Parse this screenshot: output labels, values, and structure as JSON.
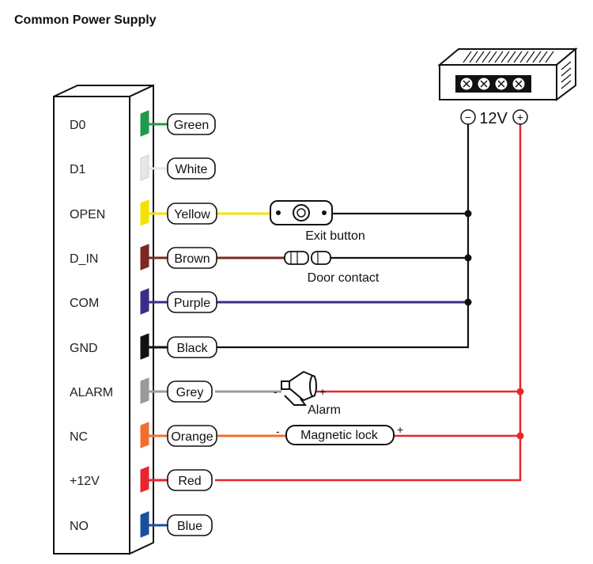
{
  "title": "Common Power Supply",
  "colors": {
    "red_wire": "#e8262c",
    "black_wire": "#111111",
    "outline": "#111111"
  },
  "power_supply": {
    "voltage_label": "12V",
    "minus_symbol": "−",
    "plus_symbol": "+",
    "icon": "power-supply-icon"
  },
  "terminals": [
    {
      "id": "d0",
      "terminal": "D0",
      "wire": "Green",
      "color": "#1e9a4a"
    },
    {
      "id": "d1",
      "terminal": "D1",
      "wire": "White",
      "color": "#e6e6e6"
    },
    {
      "id": "open",
      "terminal": "OPEN",
      "wire": "Yellow",
      "color": "#f5e200"
    },
    {
      "id": "d-in",
      "terminal": "D_IN",
      "wire": "Brown",
      "color": "#7a2a20"
    },
    {
      "id": "com",
      "terminal": "COM",
      "wire": "Purple",
      "color": "#3d2a8a"
    },
    {
      "id": "gnd",
      "terminal": "GND",
      "wire": "Black",
      "color": "#111111"
    },
    {
      "id": "alarm",
      "terminal": "ALARM",
      "wire": "Grey",
      "color": "#9a9a9a"
    },
    {
      "id": "nc",
      "terminal": "NC",
      "wire": "Orange",
      "color": "#f07030"
    },
    {
      "id": "12v",
      "terminal": "+12V",
      "wire": "Red",
      "color": "#e8262c"
    },
    {
      "id": "no",
      "terminal": "NO",
      "wire": "Blue",
      "color": "#1a4fa0"
    }
  ],
  "devices": {
    "exit_button": {
      "label": "Exit button",
      "icon": "push-button-icon"
    },
    "door_contact": {
      "label": "Door contact",
      "icon": "door-contact-icon"
    },
    "alarm": {
      "label": "Alarm",
      "minus": "-",
      "plus": "+",
      "icon": "siren-icon"
    },
    "magnetic_lock": {
      "label": "Magnetic lock",
      "minus": "-",
      "plus": "+"
    }
  }
}
